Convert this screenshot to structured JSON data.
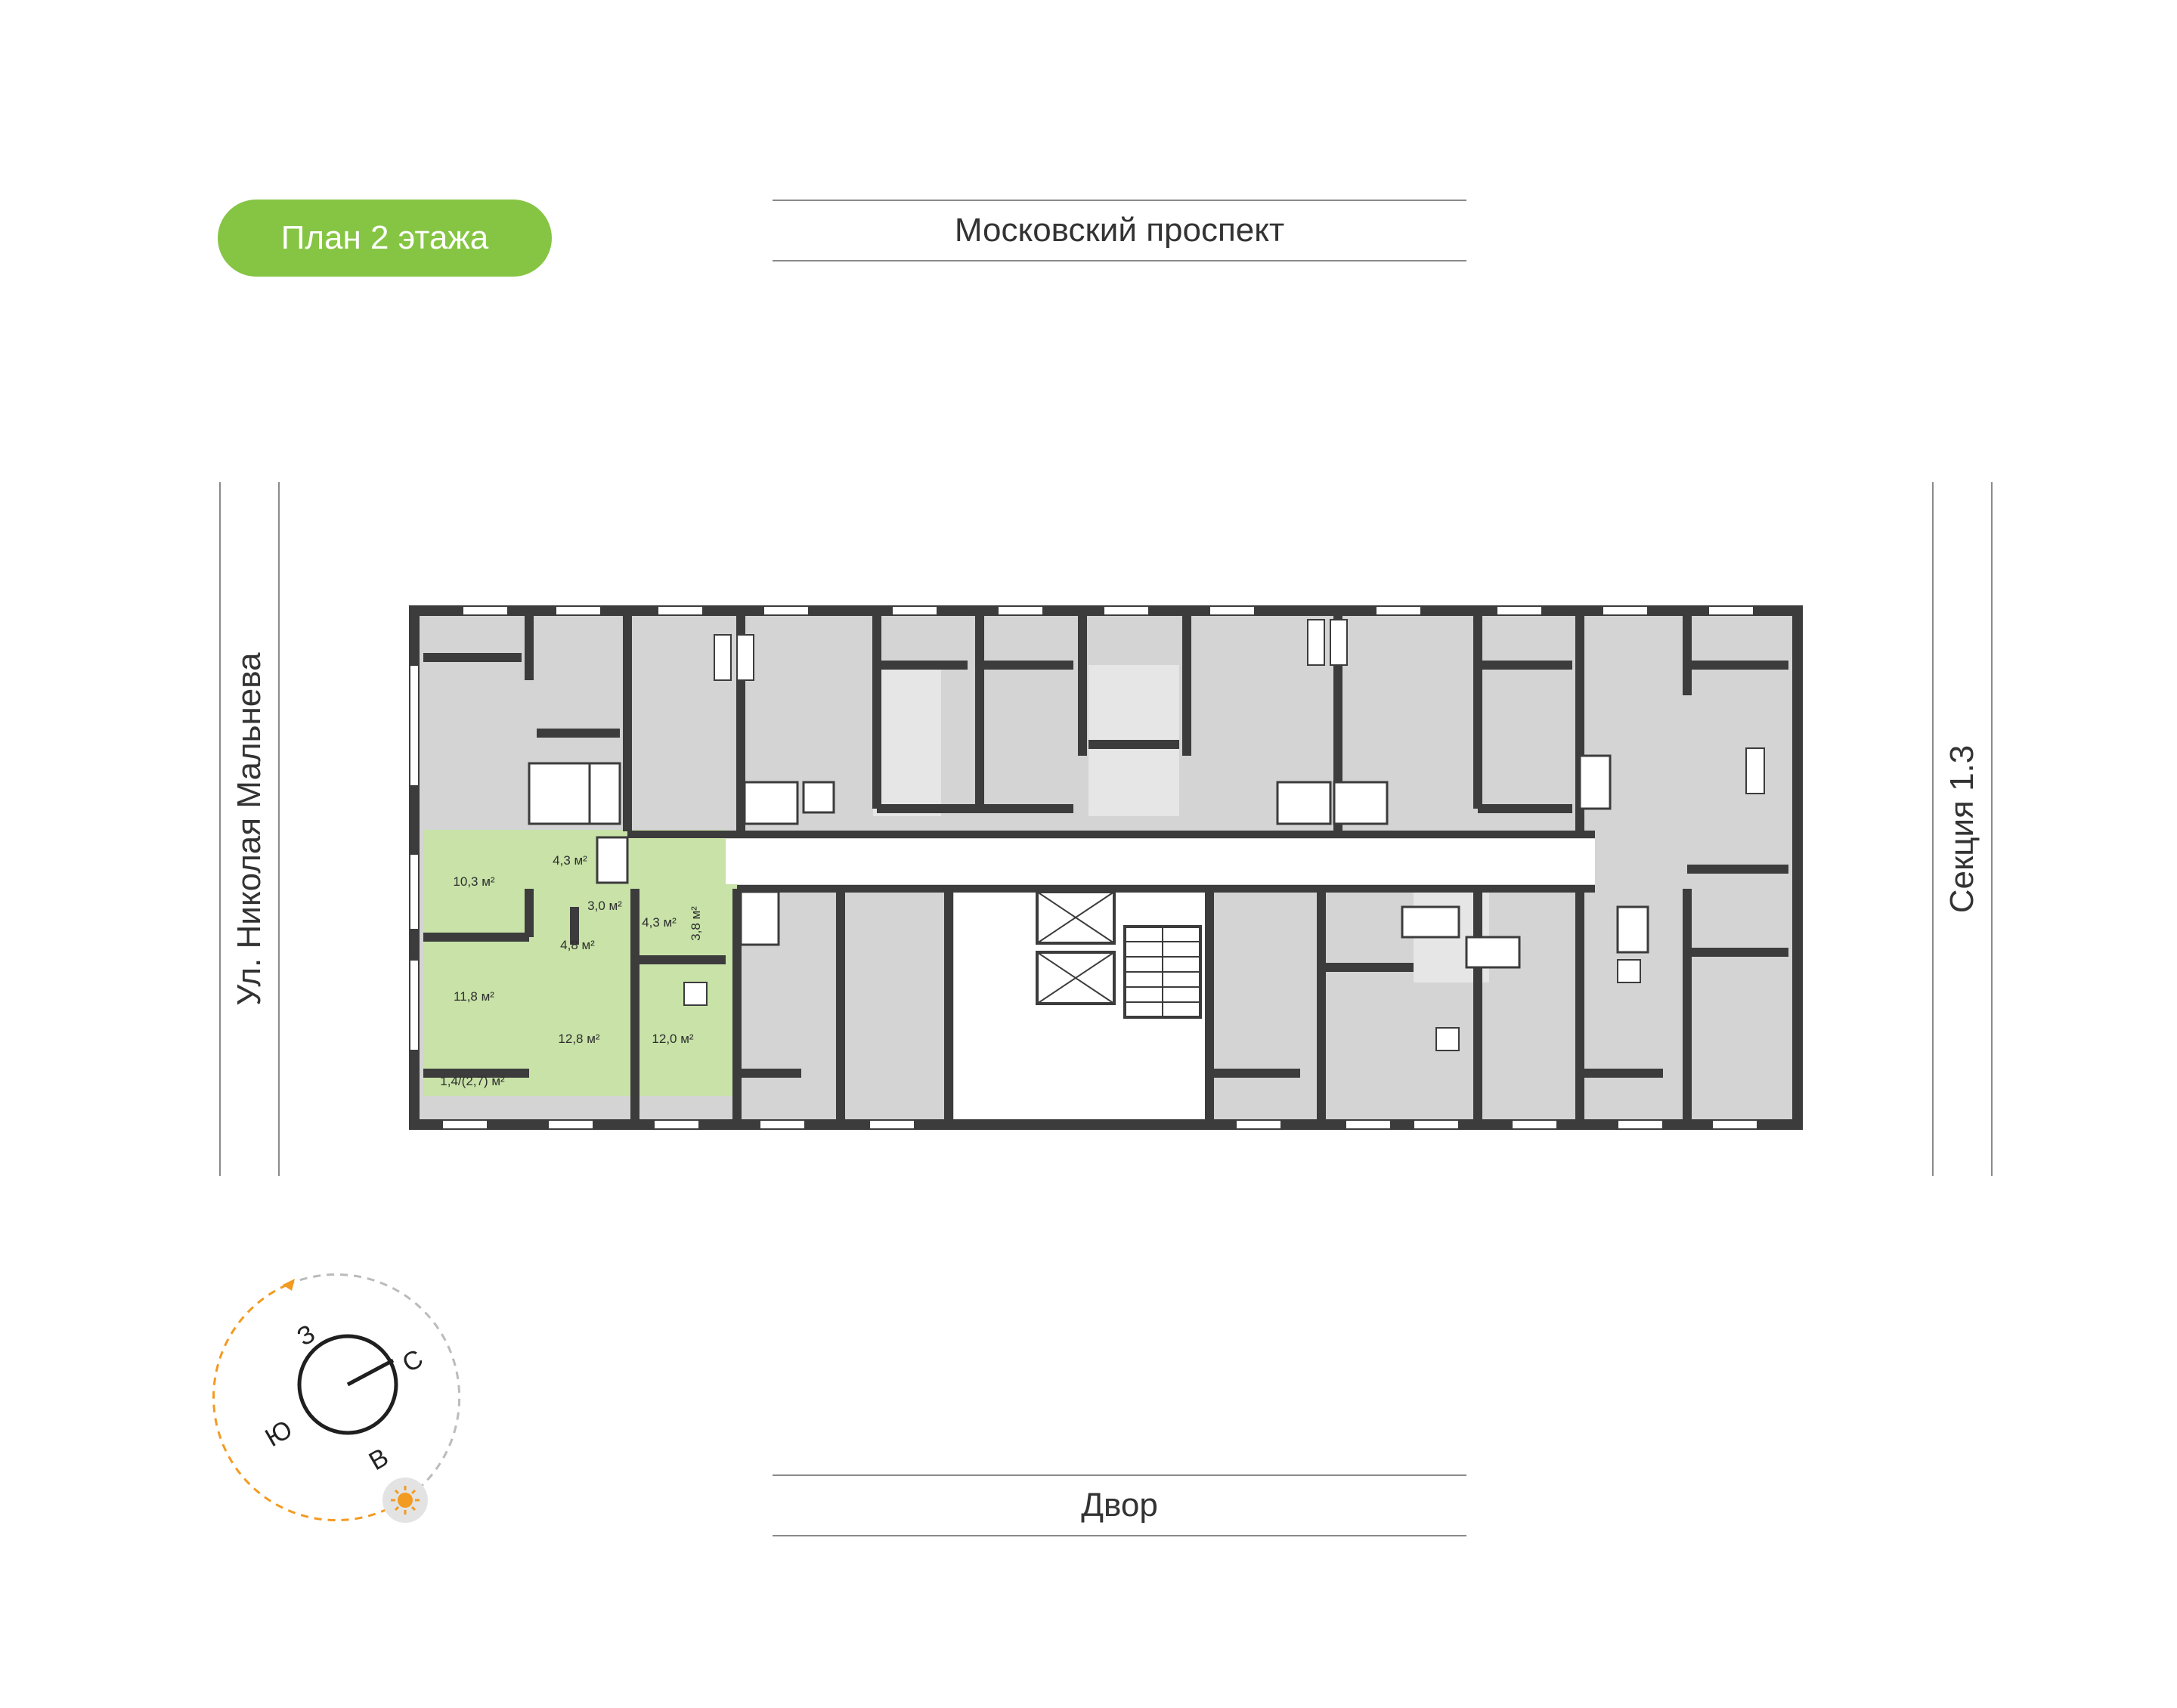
{
  "badge": {
    "label": "План 2 этажа"
  },
  "streets": {
    "north": "Московский проспект",
    "south": "Двор",
    "west": "Ул. Николая Мальнева",
    "east": "Секция 1.3"
  },
  "apartment": {
    "rooms": [
      {
        "id": "r1",
        "label": "10,3 м²"
      },
      {
        "id": "r2",
        "label": "4,3 м²"
      },
      {
        "id": "r3",
        "label": "3,0 м²"
      },
      {
        "id": "r4",
        "label": "4,3 м²"
      },
      {
        "id": "r5",
        "label": "3,8 м²"
      },
      {
        "id": "r6",
        "label": "4,8 м²"
      },
      {
        "id": "r7",
        "label": "11,8 м²"
      },
      {
        "id": "r8",
        "label": "12,8 м²"
      },
      {
        "id": "r9",
        "label": "12,0 м²"
      },
      {
        "id": "r10",
        "label": "1,4/(2,7) м²"
      }
    ]
  },
  "compass": {
    "north": "С",
    "south": "Ю",
    "west": "З",
    "east": "В",
    "sun_icon": "sun-icon"
  },
  "colors": {
    "accent_green": "#86c543",
    "apartment_fill": "#c8e2a8",
    "room_fill": "#d4d4d4",
    "wall": "#3c3c3c",
    "sun_orange": "#f39a21"
  }
}
